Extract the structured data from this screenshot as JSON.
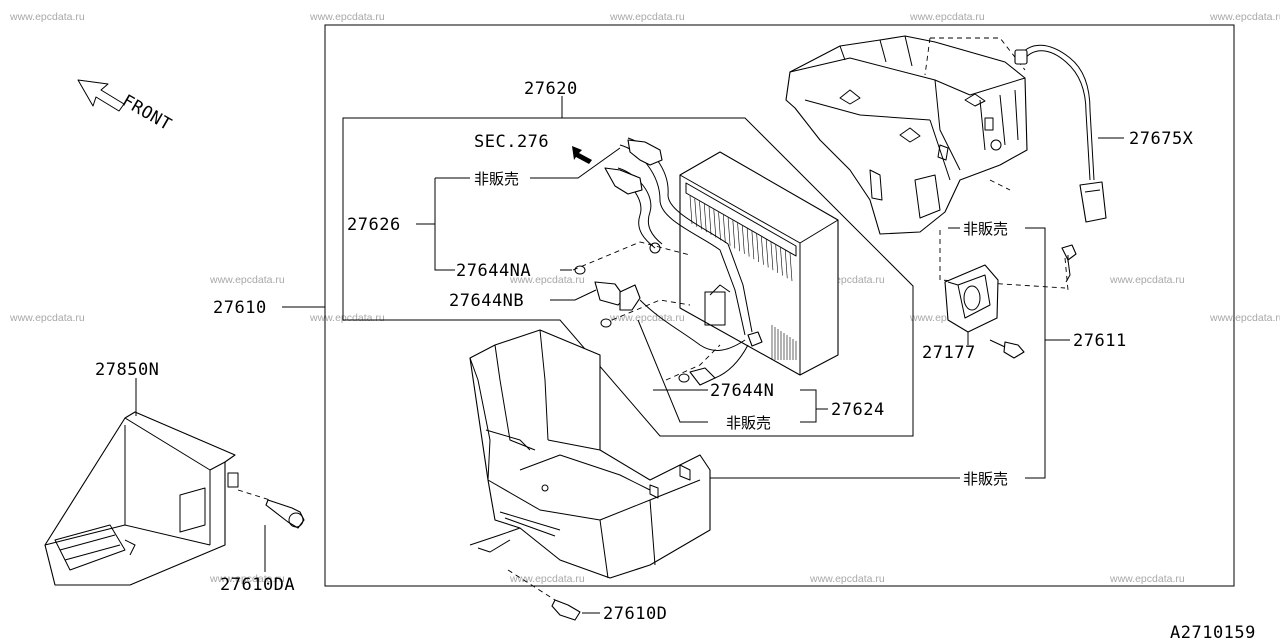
{
  "watermark": "www.epcdata.ru",
  "direction": "FRONT",
  "parts": {
    "p27620": "27620",
    "sec276": "SEC.276",
    "p27626": "27626",
    "p27644NA": "27644NA",
    "p27610": "27610",
    "p27644NB": "27644NB",
    "p27644N": "27644N",
    "p27624": "27624",
    "p27675X": "27675X",
    "p27177": "27177",
    "p27611": "27611",
    "p27850N": "27850N",
    "p27610DA": "27610DA",
    "p27610D": "27610D"
  },
  "not_for_sale": "非販売",
  "diagram_id": "A2710159"
}
